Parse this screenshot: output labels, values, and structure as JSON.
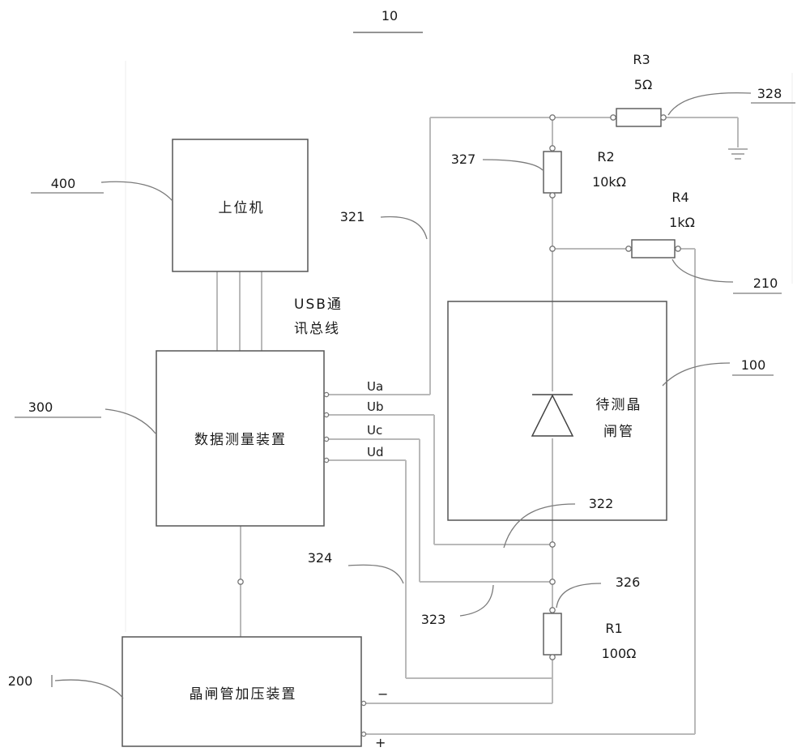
{
  "figure_label": "10",
  "blocks": {
    "host": "上位机",
    "data_device": "数据测量装置",
    "pressure_device": "晶闸管加压装置",
    "dut_line1": "待测晶",
    "dut_line2": "闸管"
  },
  "bus_label_line1": "USB通",
  "bus_label_line2": "讯总线",
  "signals": {
    "ua": "Ua",
    "ub": "Ub",
    "uc": "Uc",
    "ud": "Ud"
  },
  "polarity": {
    "minus": "−",
    "plus": "+"
  },
  "resistors": {
    "r1": {
      "name": "R1",
      "value": "100Ω"
    },
    "r2": {
      "name": "R2",
      "value": "10kΩ"
    },
    "r3": {
      "name": "R3",
      "value": "5Ω"
    },
    "r4": {
      "name": "R4",
      "value": "1kΩ"
    }
  },
  "ref_numbers": {
    "n400": "400",
    "n300": "300",
    "n200": "200",
    "n100": "100",
    "n210": "210",
    "n321": "321",
    "n322": "322",
    "n323": "323",
    "n324": "324",
    "n326": "326",
    "n327": "327",
    "n328": "328"
  }
}
